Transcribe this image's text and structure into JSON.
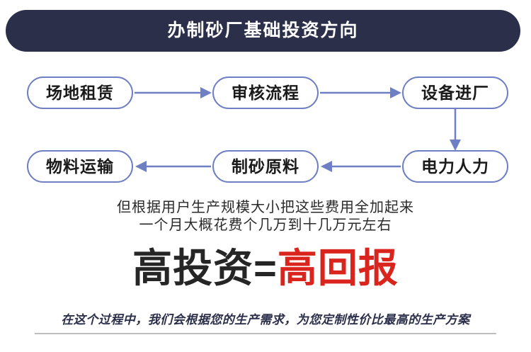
{
  "header": {
    "title": "办制砂厂基础投资方向",
    "background_color": "#2b2f4a",
    "text_color": "#ffffff"
  },
  "flowchart": {
    "node_border_color": "#6e7fc4",
    "node_fill_color": "#ffffff",
    "node_text_color": "#1a1a1a",
    "arrow_color": "#6e7fc4",
    "nodes": [
      {
        "id": "site",
        "label": "场地租赁",
        "row": 1,
        "col": 1
      },
      {
        "id": "review",
        "label": "审核流程",
        "row": 1,
        "col": 2
      },
      {
        "id": "equipment",
        "label": "设备进厂",
        "row": 1,
        "col": 3
      },
      {
        "id": "power",
        "label": "电力人力",
        "row": 2,
        "col": 3
      },
      {
        "id": "material",
        "label": "制砂原料",
        "row": 2,
        "col": 2
      },
      {
        "id": "transport",
        "label": "物料运输",
        "row": 2,
        "col": 1
      }
    ],
    "edges": [
      {
        "from": "site",
        "to": "review",
        "direction": "right"
      },
      {
        "from": "review",
        "to": "equipment",
        "direction": "right"
      },
      {
        "from": "equipment",
        "to": "power",
        "direction": "down"
      },
      {
        "from": "power",
        "to": "material",
        "direction": "left"
      },
      {
        "from": "material",
        "to": "transport",
        "direction": "left"
      }
    ]
  },
  "note": {
    "line1": "但根据用户生产规模大小把这些费用全加起来",
    "line2": "一个月大概花费个几万到十几万元左右"
  },
  "headline": {
    "left": "高投资",
    "equals": "=",
    "right": "高回报",
    "left_color": "#262626",
    "right_color": "#d9251d"
  },
  "footer": {
    "text": "在这个过程中，我们会根据您的生产需求，为您定制性价比最高的生产方案",
    "text_color": "#2b2f4a",
    "rule_color": "#bdbdbd"
  }
}
